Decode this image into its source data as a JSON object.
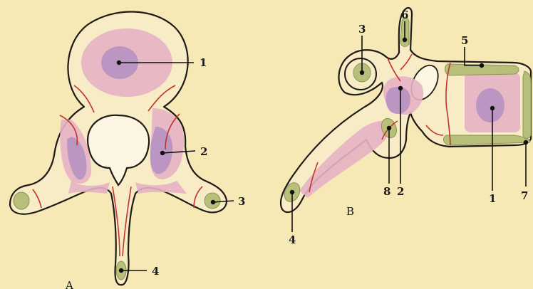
{
  "view_a": {
    "panel_label": "A",
    "labels": {
      "l1": "1",
      "l2": "2",
      "l3": "3",
      "l4": "4"
    }
  },
  "view_b": {
    "panel_label": "B",
    "labels": {
      "l1": "1",
      "l2": "2",
      "l3": "3",
      "l4": "4",
      "l5": "5",
      "l6": "6",
      "l7": "7",
      "l8": "8"
    }
  },
  "colors": {
    "background": "#f6e9b6",
    "bone": "#f7ecc6",
    "pink_zone": "#e6b3c3",
    "purple_zone": "#b994c2",
    "green_zone": "#b7bf7a",
    "red_line": "#c2352f"
  }
}
